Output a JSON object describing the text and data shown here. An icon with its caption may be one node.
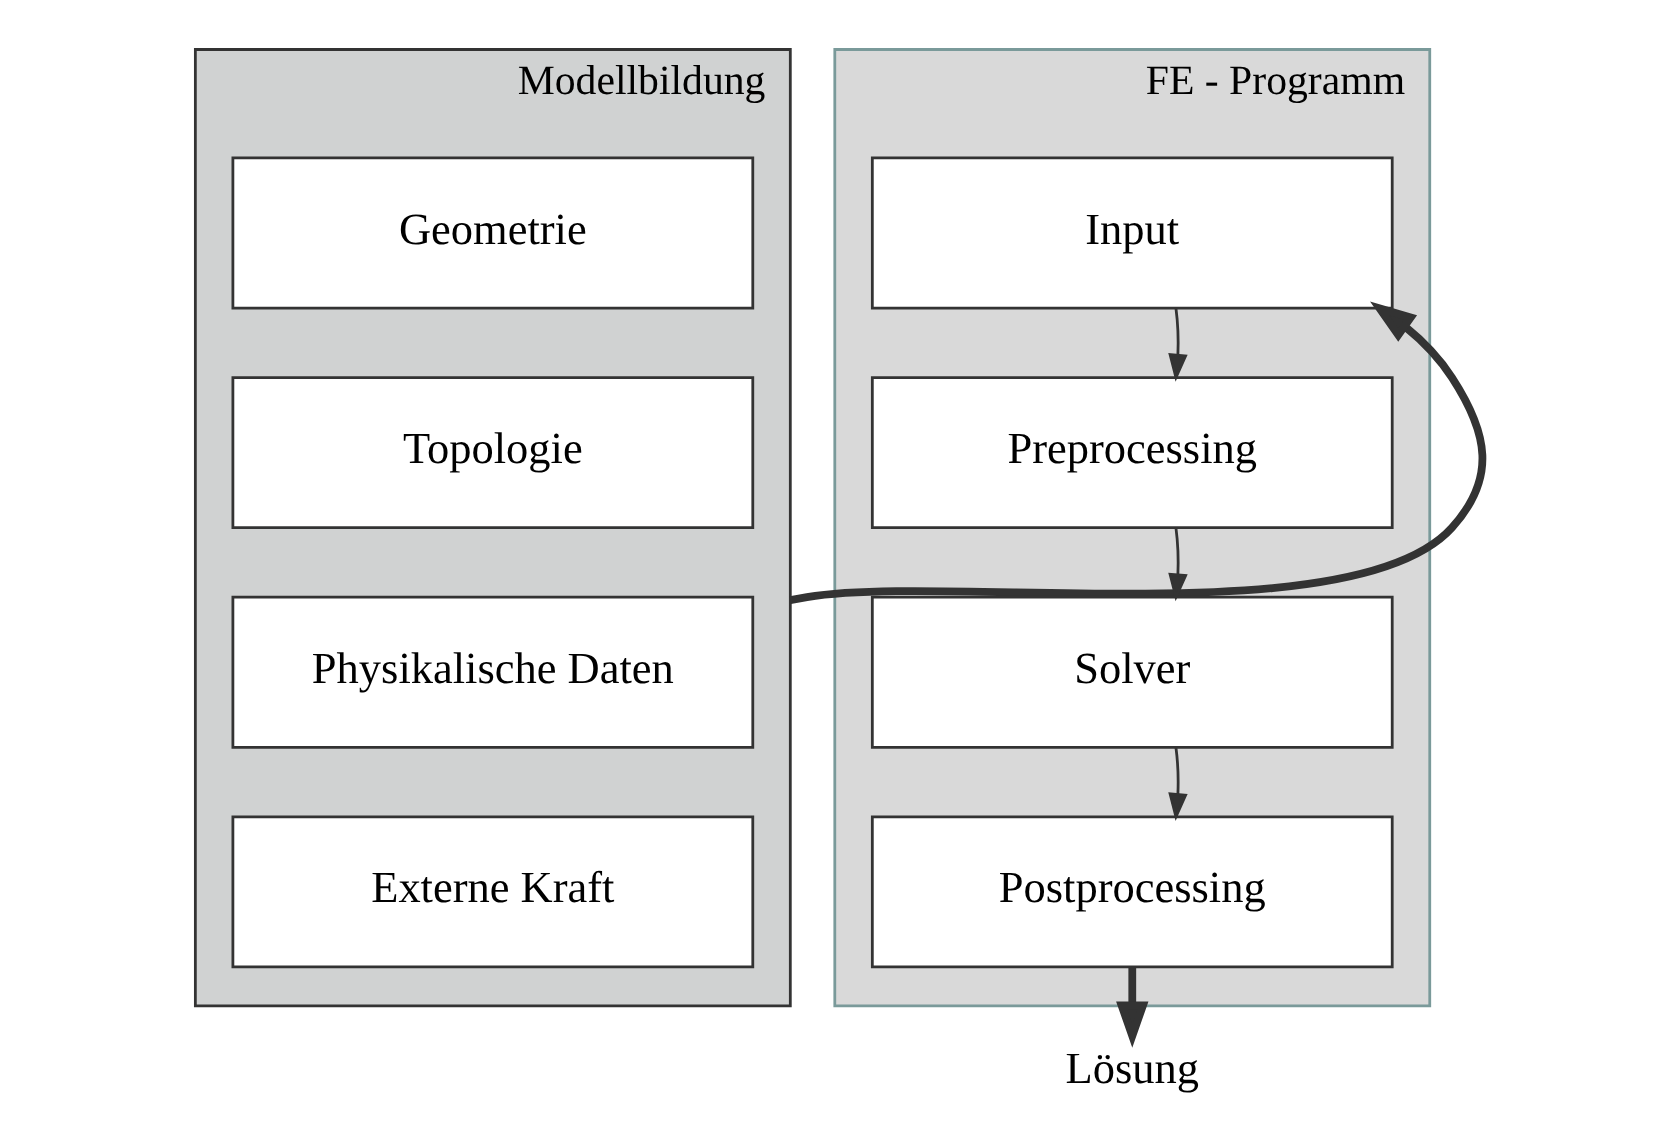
{
  "diagram": {
    "nodes": [
      {
        "text": [
          "Modellbildung"
        ]
      },
      {
        "text": [
          "Geometrie"
        ],
        "in": 0
      },
      {
        "text": [
          "Topologie"
        ],
        "in": 0
      },
      {
        "text": [
          "Physikalische Daten"
        ],
        "in": 0
      },
      {
        "text": [
          "Externe Kraft"
        ],
        "in": 0
      },
      {
        "text": [
          "FE - Programm"
        ]
      },
      {
        "text": [
          "Input"
        ],
        "in": 5
      },
      {
        "text": [
          "Preprocessing"
        ],
        "in": 5
      },
      {
        "text": [
          "Solver"
        ],
        "in": 5
      },
      {
        "text": [
          "Postprocessing"
        ],
        "in": 5
      },
      {
        "text": [
          "Lösung"
        ]
      }
    ],
    "edges": [
      {
        "from": 0,
        "to": 6,
        "arrow": "to",
        "style": "thick"
      },
      {
        "from": 6,
        "to": 7,
        "arrow": "to"
      },
      {
        "from": 7,
        "to": 8,
        "arrow": "to"
      },
      {
        "from": 8,
        "to": 9,
        "arrow": "to"
      },
      {
        "from": 9,
        "to": 10,
        "arrow": "to",
        "style": "thick"
      }
    ]
  }
}
